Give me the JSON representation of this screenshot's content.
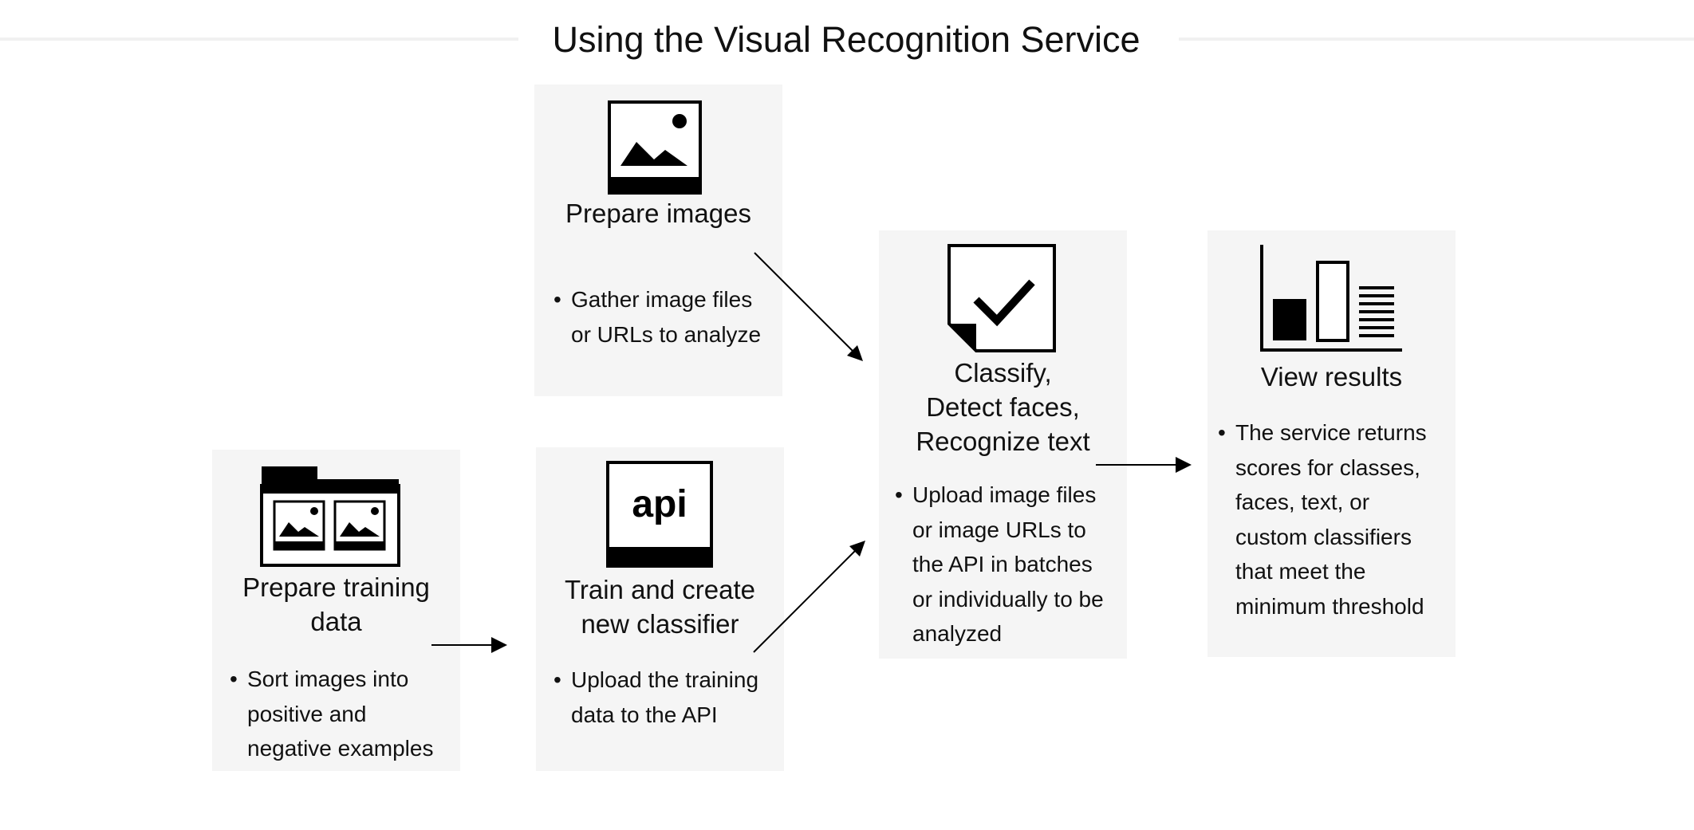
{
  "title": "Using the Visual Recognition Service",
  "steps": {
    "training": {
      "icon": "folder-images-icon",
      "heading": "Prepare training\ndata",
      "bullet": "Sort images into\npositive and\nnegative examples"
    },
    "train": {
      "icon": "api-icon",
      "icon_text": "api",
      "heading": "Train and create\nnew classifier",
      "bullet": "Upload the training\ndata to the API"
    },
    "images": {
      "icon": "image-icon",
      "heading": "Prepare images",
      "bullet": "Gather image files\nor URLs to analyze"
    },
    "classify": {
      "icon": "checked-document-icon",
      "heading": "Classify,\nDetect faces,\nRecognize text",
      "bullet": "Upload image files\nor image URLs to\nthe API in batches\nor individually to be\nanalyzed"
    },
    "results": {
      "icon": "bar-chart-icon",
      "heading": "View results",
      "bullet": "The service returns\nscores for classes,\nfaces, text, or\ncustom classifiers\nthat meet the\nminimum threshold"
    }
  },
  "bullet_marker": "•",
  "colors": {
    "box_background": "#f5f5f5",
    "rule": "#f1f1f1",
    "ink": "#111111"
  }
}
